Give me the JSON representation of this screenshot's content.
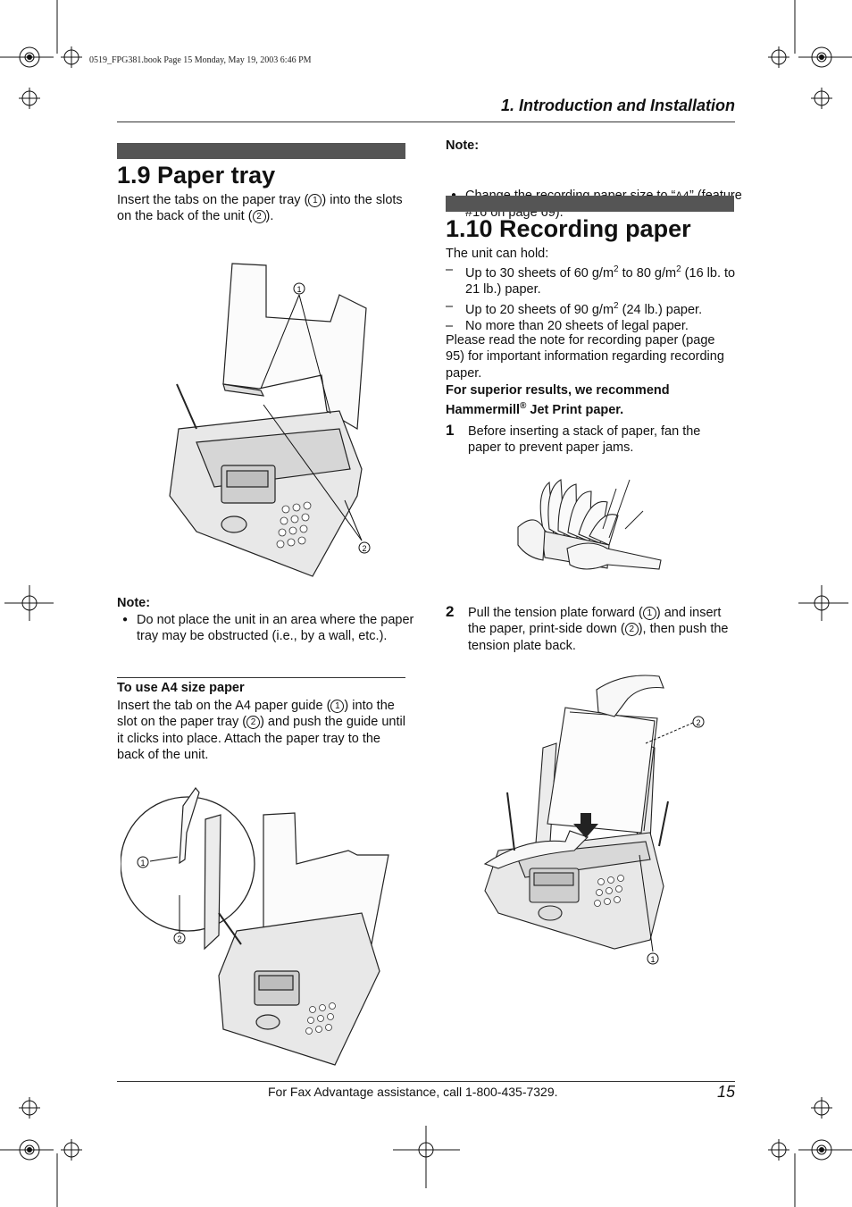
{
  "header": {
    "book_info": "0519_FPG381.book  Page 15  Monday, May 19, 2003  6:46 PM",
    "chapter_title": "1. Introduction and Installation"
  },
  "markers": {
    "circle_1": "1",
    "circle_2": "2"
  },
  "paper_tray": {
    "heading": "1.9 Paper tray",
    "intro_a": "Insert the tabs on the paper tray (",
    "intro_b": ") into the slots on the back of the unit (",
    "intro_c": ").",
    "note_heading": "Note:",
    "note_text": "Do not place the unit in an area where the paper tray may be obstructed (i.e., by a wall, etc.).",
    "a4_heading": "To use A4 size paper",
    "a4_a": "Insert the tab on the A4 paper guide (",
    "a4_b": ") into the slot on the paper tray (",
    "a4_c": ") and push the guide until it clicks into place. Attach the paper tray to the back of the unit."
  },
  "right_note": {
    "heading": "Note:",
    "text_a": "Change the recording paper size to “",
    "code": "A4",
    "text_b": "” (feature #16 on page 69)."
  },
  "recording_paper": {
    "heading": "1.10 Recording paper",
    "intro": "The unit can hold:",
    "items": [
      {
        "a": "Up to 30 sheets of 60 g/m",
        "sup1": "2",
        "b": " to 80 g/m",
        "sup2": "2",
        "c": " (16 lb. to 21 lb.) paper."
      },
      {
        "a": "Up to 20 sheets of 90 g/m",
        "sup1": "2",
        "b": " (24 lb.) paper."
      },
      {
        "a": "No more than 20 sheets of legal paper."
      }
    ],
    "read_note": "Please read the note for recording paper (page 95) for important information regarding recording paper.",
    "recommend_a": "For superior results, we recommend Hammermill",
    "recommend_reg": "®",
    "recommend_b": " Jet Print paper.",
    "step1_num": "1",
    "step1_text": "Before inserting a stack of paper, fan the paper to prevent paper jams.",
    "step2_num": "2",
    "step2_a": "Pull the tension plate forward (",
    "step2_b": ") and insert the paper, print-side down (",
    "step2_c": "), then push the tension plate back."
  },
  "footer": {
    "assistance": "For Fax Advantage assistance, call 1-800-435-7329.",
    "page_number": "15"
  }
}
